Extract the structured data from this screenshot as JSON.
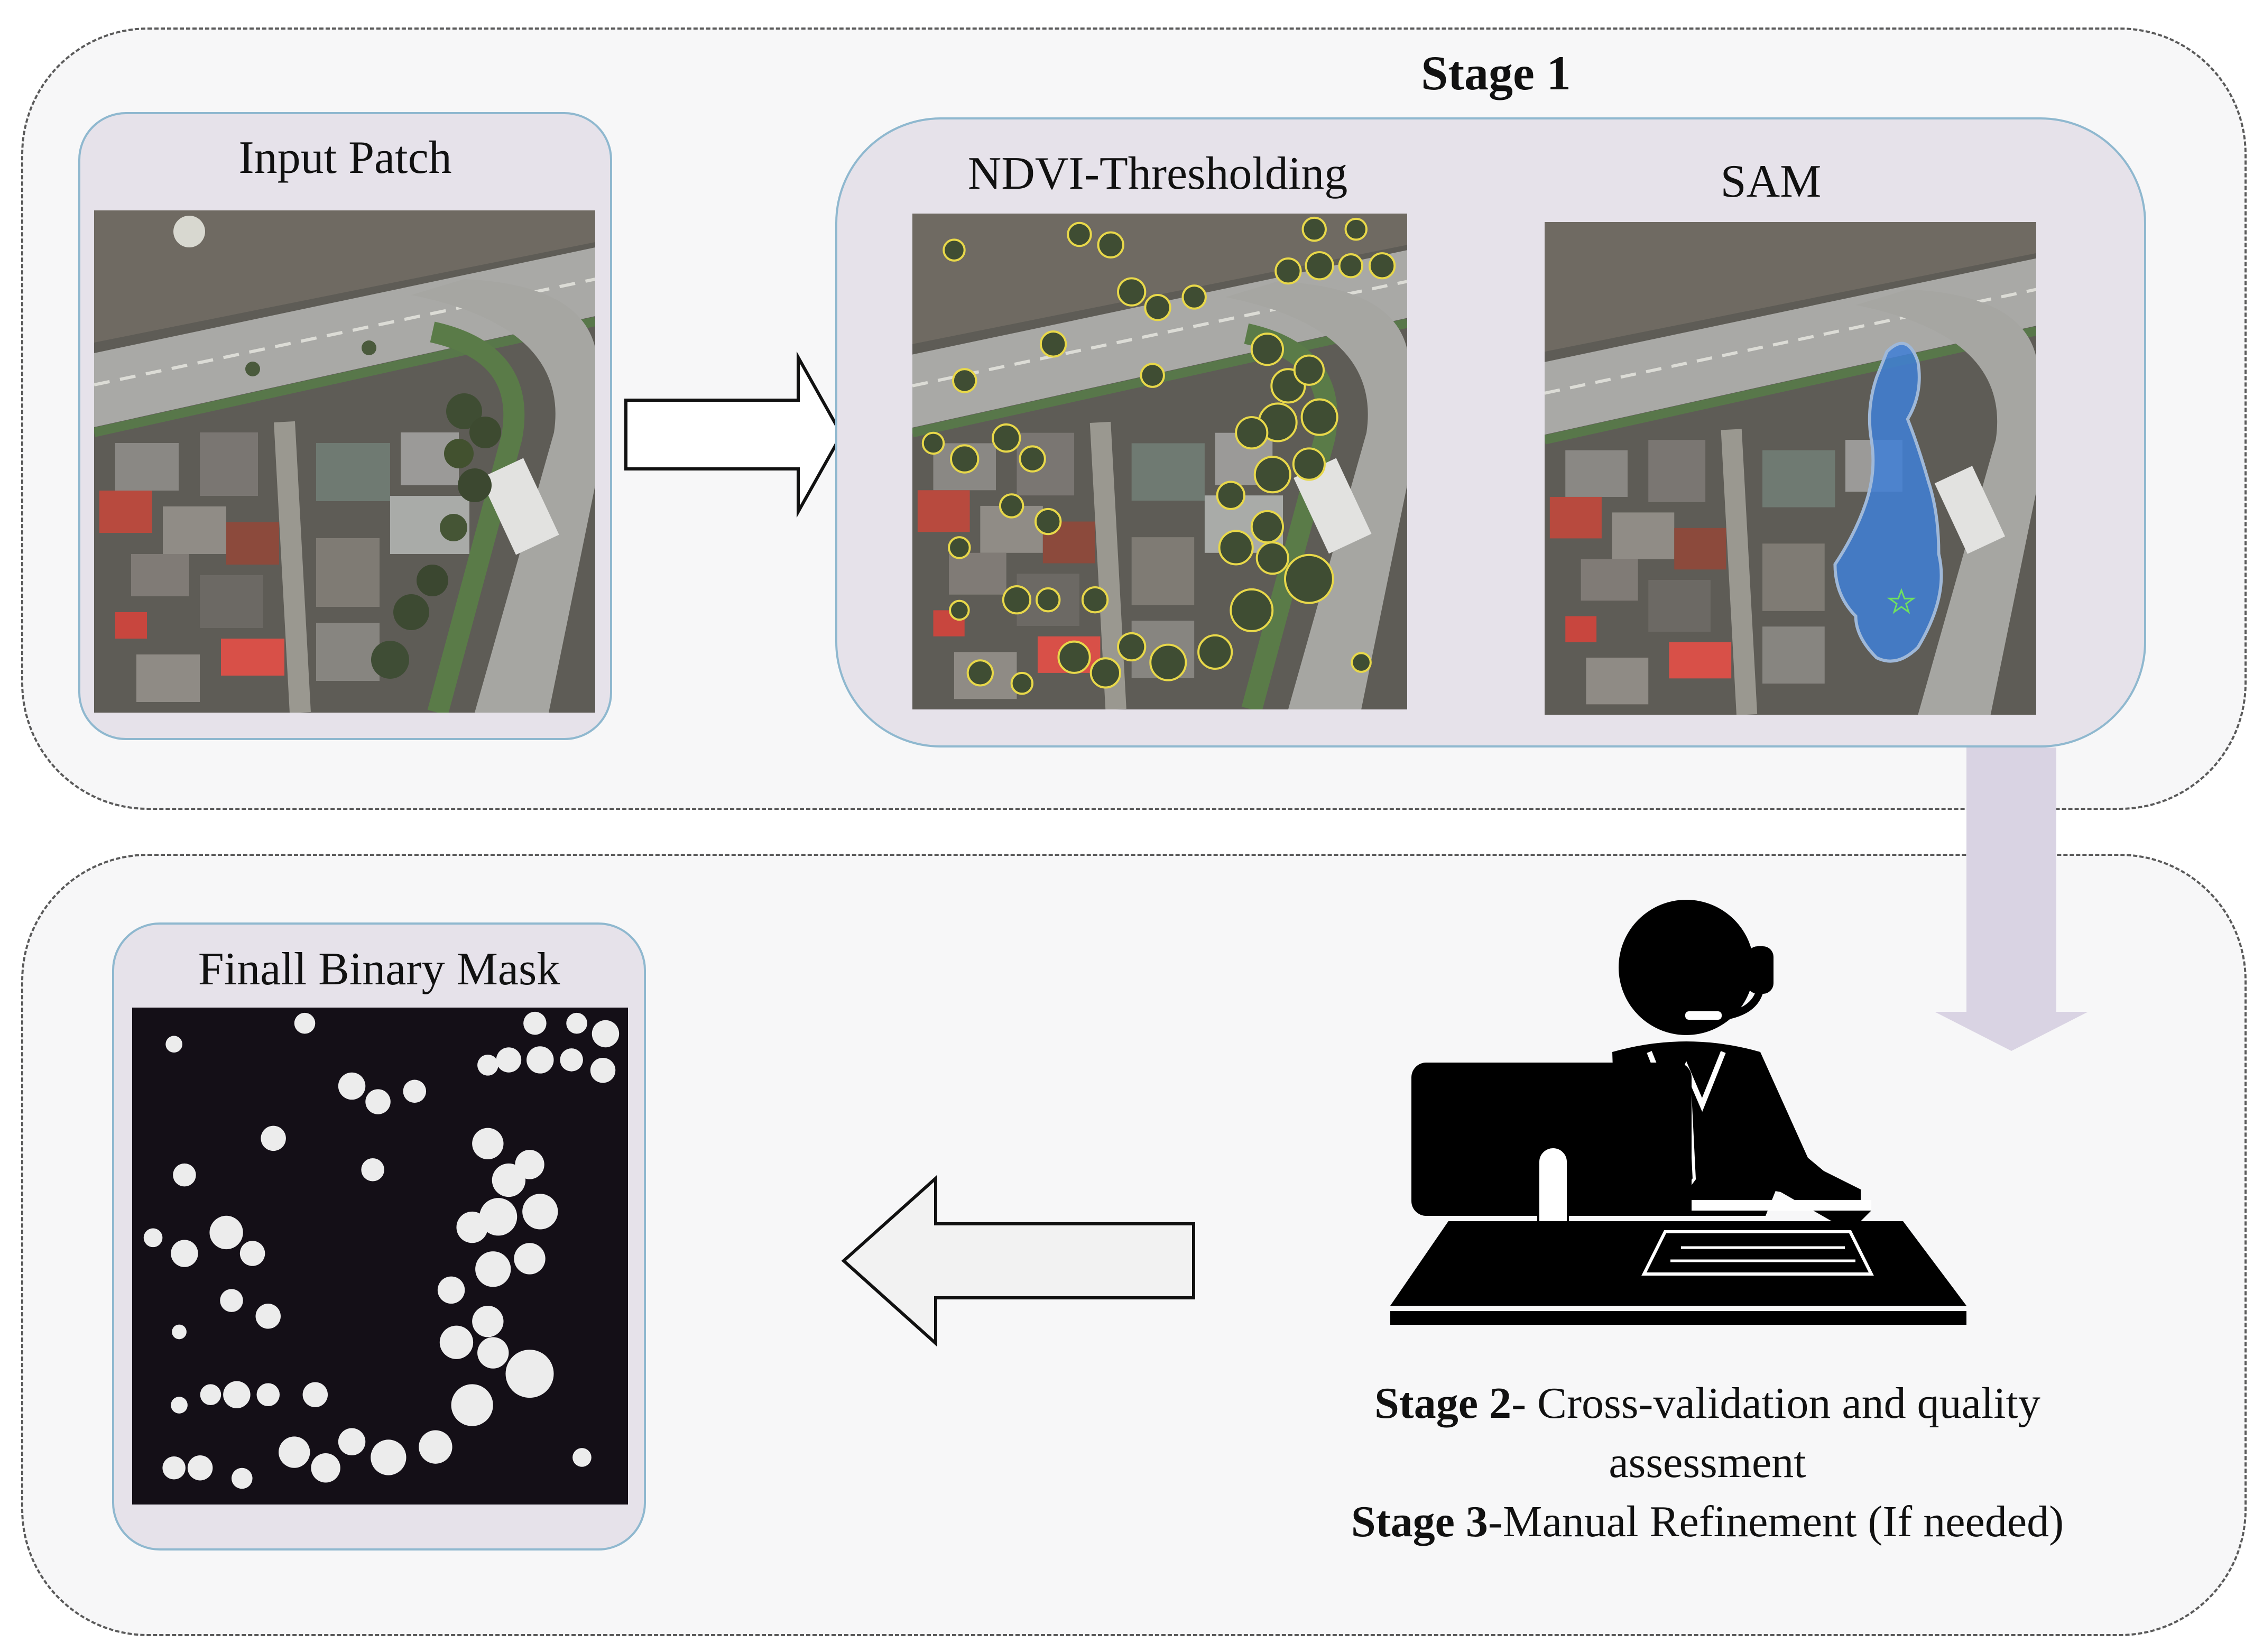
{
  "stage1": {
    "title": "Stage 1"
  },
  "panels": {
    "input": {
      "title": "Input Patch"
    },
    "ndvi": {
      "title": "NDVI-Thresholding"
    },
    "sam": {
      "title": "SAM"
    },
    "mask": {
      "title": "Finall Binary Mask"
    }
  },
  "caption": {
    "stage2_bold": "Stage 2",
    "stage2_text": "- Cross-validation and quality",
    "stage2_text2": "assessment",
    "stage3_bold": "Stage 3",
    "stage3_text": "-Manual Refinement (If needed)"
  },
  "colors": {
    "panel_fill": "#e6e2ea",
    "panel_border": "#8fb8cf",
    "ndvi_outline": "#e8d84a",
    "sam_mask": "#3f7fd6",
    "down_arrow": "#d9d3e3"
  },
  "icons": [
    "right-arrow-icon",
    "left-arrow-icon",
    "down-arrow-icon",
    "operator-at-desk-icon",
    "star-icon"
  ]
}
